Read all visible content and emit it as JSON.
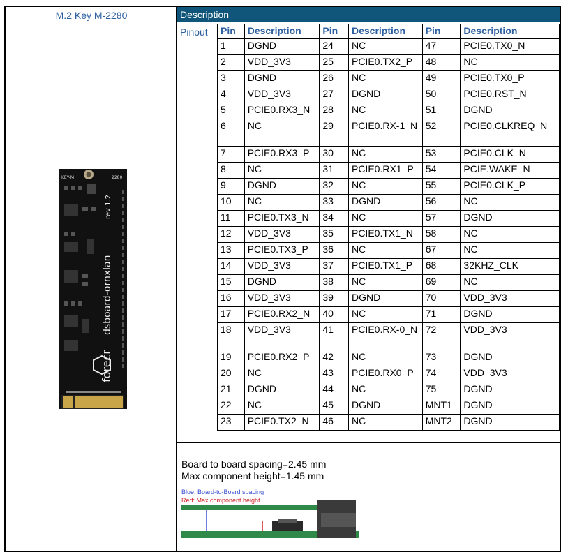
{
  "left": {
    "title": "M.2 Key M-2280"
  },
  "board": {
    "key_label": "KEY-M",
    "size_label": "2280",
    "brand": "forecr",
    "model": "dsboard-ornxlan",
    "rev": "rev 1.2"
  },
  "right": {
    "header": "Description",
    "pinout_label": "Pinout"
  },
  "table": {
    "headers": [
      "Pin",
      "Description",
      "Pin",
      "Description",
      "Pin",
      "Description"
    ],
    "rows": [
      [
        "1",
        "DGND",
        "24",
        "NC",
        "47",
        "PCIE0.TX0_N"
      ],
      [
        "2",
        "VDD_3V3",
        "25",
        "PCIE0.TX2_P",
        "48",
        "NC"
      ],
      [
        "3",
        "DGND",
        "26",
        "NC",
        "49",
        "PCIE0.TX0_P"
      ],
      [
        "4",
        "VDD_3V3",
        "27",
        "DGND",
        "50",
        "PCIE0.RST_N"
      ],
      [
        "5",
        "PCIE0.RX3_N",
        "28",
        "NC",
        "51",
        "DGND"
      ],
      [
        "6",
        "NC",
        "29",
        "PCIE0.RX-1_N",
        "52",
        "PCIE0.CLKREQ_N"
      ],
      [
        "7",
        "PCIE0.RX3_P",
        "30",
        "NC",
        "53",
        "PCIE0.CLK_N"
      ],
      [
        "8",
        "NC",
        "31",
        "PCIE0.RX1_P",
        "54",
        "PCIE.WAKE_N"
      ],
      [
        "9",
        "DGND",
        "32",
        "NC",
        "55",
        "PCIE0.CLK_P"
      ],
      [
        "10",
        "NC",
        "33",
        "DGND",
        "56",
        "NC"
      ],
      [
        "11",
        "PCIE0.TX3_N",
        "34",
        "NC",
        "57",
        "DGND"
      ],
      [
        "12",
        "VDD_3V3",
        "35",
        "PCIE0.TX1_N",
        "58",
        "NC"
      ],
      [
        "13",
        "PCIE0.TX3_P",
        "36",
        "NC",
        "67",
        "NC"
      ],
      [
        "14",
        "VDD_3V3",
        "37",
        "PCIE0.TX1_P",
        "68",
        "32KHZ_CLK"
      ],
      [
        "15",
        "DGND",
        "38",
        "NC",
        "69",
        "NC"
      ],
      [
        "16",
        "VDD_3V3",
        "39",
        "DGND",
        "70",
        "VDD_3V3"
      ],
      [
        "17",
        "PCIE0.RX2_N",
        "40",
        "NC",
        "71",
        "DGND"
      ],
      [
        "18",
        "VDD_3V3",
        "41",
        "PCIE0.RX-0_N",
        "72",
        "VDD_3V3"
      ],
      [
        "19",
        "PCIE0.RX2_P",
        "42",
        "NC",
        "73",
        "DGND"
      ],
      [
        "20",
        "NC",
        "43",
        "PCIE0.RX0_P",
        "74",
        "VDD_3V3"
      ],
      [
        "21",
        "DGND",
        "44",
        "NC",
        "75",
        "DGND"
      ],
      [
        "22",
        "NC",
        "45",
        "DGND",
        "MNT1",
        "DGND"
      ],
      [
        "23",
        "PCIE0.TX2_N",
        "46",
        "NC",
        "MNT2",
        "DGND"
      ]
    ]
  },
  "notes": {
    "spacing": "Board to board spacing=2.45 mm",
    "height": "Max component height=1.45 mm",
    "legend_blue": "Blue: Board-to-Board spacing",
    "legend_red": "Red: Max component height"
  },
  "colors": {
    "header_bg": "#10567a",
    "label_blue": "#2b5fa0",
    "pcb_black": "#111111",
    "pcb_green": "#2f8a4a"
  }
}
